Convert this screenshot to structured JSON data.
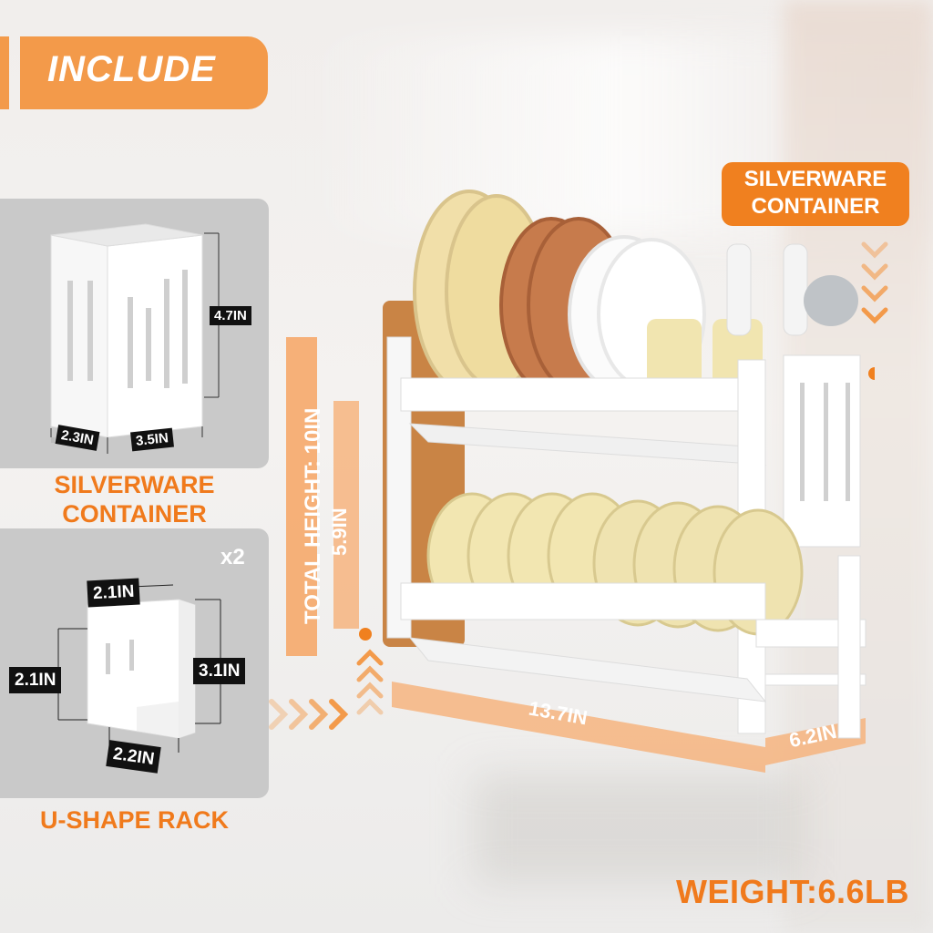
{
  "header": {
    "title": "INCLUDE"
  },
  "silverware_panel": {
    "label": "SILVERWARE CONTAINER",
    "dim_height": "4.7IN",
    "dim_depth": "2.3IN",
    "dim_width": "3.5IN"
  },
  "ushape_panel": {
    "label": "U-SHAPE RACK",
    "count": "x2",
    "dim_top": "2.1IN",
    "dim_left": "2.1IN",
    "dim_right": "3.1IN",
    "dim_bottom": "2.2IN"
  },
  "callout": {
    "line1": "SILVERWARE",
    "line2": "CONTAINER"
  },
  "rack_dims": {
    "total_height": "TOTAL HEIGHT: 10IN",
    "tier_height": "5.9IN",
    "width": "13.7IN",
    "depth": "6.2IN"
  },
  "weight": "WEIGHT:6.6LB",
  "colors": {
    "accent": "#f0801f",
    "badge": "#f39a4a",
    "panel": "#c9c9c9",
    "tag": "#111111"
  }
}
